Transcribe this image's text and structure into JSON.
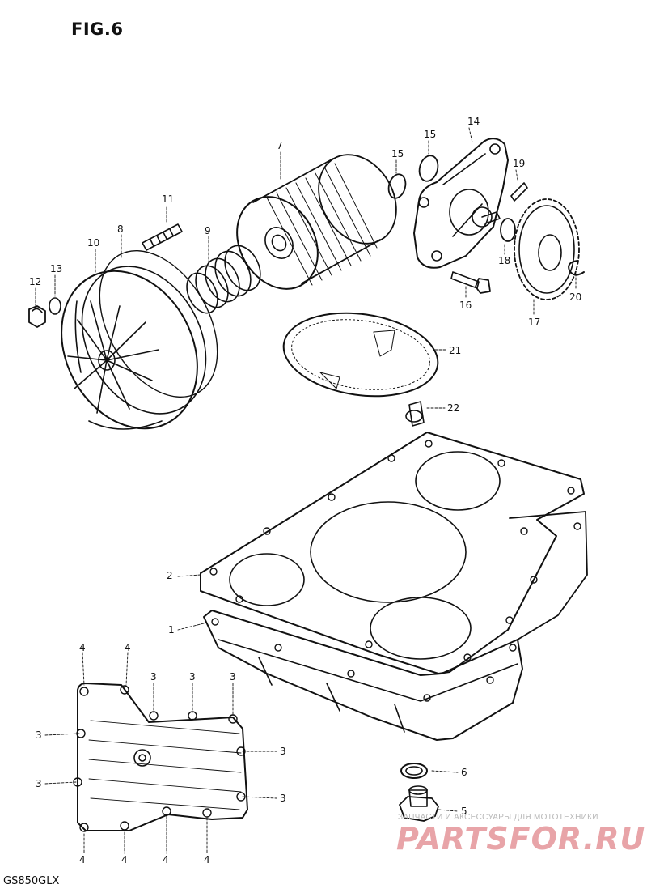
{
  "figure": {
    "title": "FIG.6",
    "model": "GS850GLX"
  },
  "callouts": [
    {
      "id": "c1",
      "text": "1"
    },
    {
      "id": "c2",
      "text": "2"
    },
    {
      "id": "c3a",
      "text": "3"
    },
    {
      "id": "c3b",
      "text": "3"
    },
    {
      "id": "c3c",
      "text": "3"
    },
    {
      "id": "c3d",
      "text": "3"
    },
    {
      "id": "c3e",
      "text": "3"
    },
    {
      "id": "c3f",
      "text": "3"
    },
    {
      "id": "c3g",
      "text": "3"
    },
    {
      "id": "c4a",
      "text": "4"
    },
    {
      "id": "c4b",
      "text": "4"
    },
    {
      "id": "c4c",
      "text": "4"
    },
    {
      "id": "c4d",
      "text": "4"
    },
    {
      "id": "c4e",
      "text": "4"
    },
    {
      "id": "c4f",
      "text": "4"
    },
    {
      "id": "c5",
      "text": "5"
    },
    {
      "id": "c6",
      "text": "6"
    },
    {
      "id": "c7",
      "text": "7"
    },
    {
      "id": "c8",
      "text": "8"
    },
    {
      "id": "c9",
      "text": "9"
    },
    {
      "id": "c10",
      "text": "10"
    },
    {
      "id": "c11",
      "text": "11"
    },
    {
      "id": "c12",
      "text": "12"
    },
    {
      "id": "c13",
      "text": "13"
    },
    {
      "id": "c14",
      "text": "14"
    },
    {
      "id": "c15a",
      "text": "15"
    },
    {
      "id": "c15b",
      "text": "15"
    },
    {
      "id": "c16",
      "text": "16"
    },
    {
      "id": "c17",
      "text": "17"
    },
    {
      "id": "c18",
      "text": "18"
    },
    {
      "id": "c19",
      "text": "19"
    },
    {
      "id": "c20",
      "text": "20"
    },
    {
      "id": "c21",
      "text": "21"
    },
    {
      "id": "c22",
      "text": "22"
    }
  ],
  "watermark": {
    "tagline": "ЗАПЧАСТИ И АКСЕССУАРЫ ДЛЯ МОТОТЕХНИКИ",
    "logo": "PARTSFOR.RU",
    "color": "#e8a4a8"
  }
}
